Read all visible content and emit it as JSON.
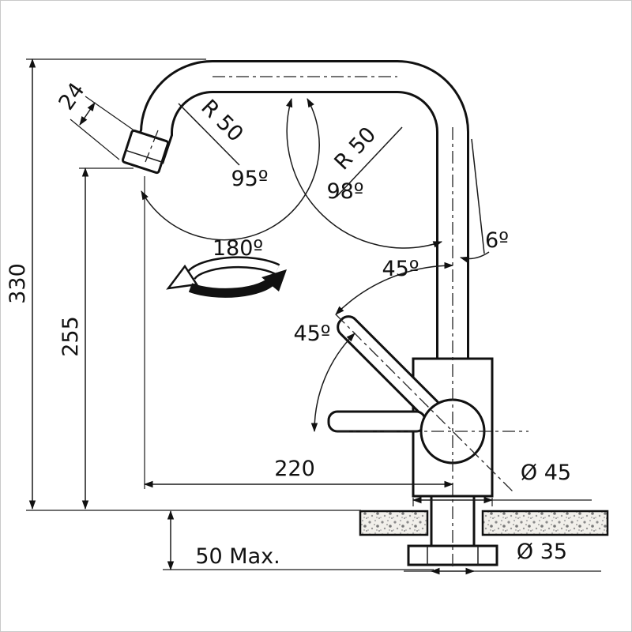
{
  "drawing": {
    "labels": {
      "height_total": "330",
      "height_spout": "255",
      "outlet_width": "24",
      "reach": "220",
      "counter_thickness": "50 Max.",
      "base_diameter": "Ø 45",
      "hole_diameter": "Ø 35",
      "angle_left_bend": "95º",
      "angle_right_bend": "98º",
      "swivel_angle": "180º",
      "tilt_angle": "6º",
      "handle_angle_upper": "45º",
      "handle_angle_lower": "45º",
      "radius_left_bend": "R 50",
      "radius_right_bend": "R 50"
    }
  }
}
